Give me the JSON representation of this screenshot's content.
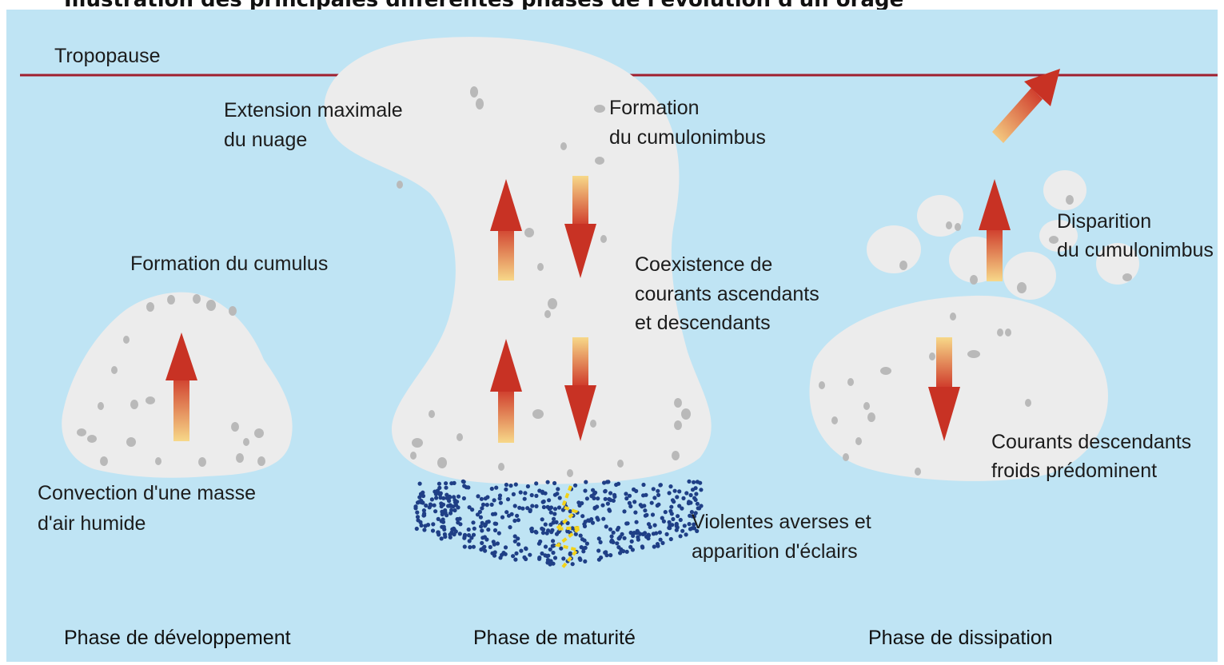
{
  "title": "Illustration des principales différentes phases de l'évolution d'un orage",
  "labels": {
    "tropopause": "Tropopause",
    "extension_1": "Extension maximale",
    "extension_2": "du nuage",
    "formation_cb_1": "Formation",
    "formation_cb_2": "du cumulonimbus",
    "formation_cumulus": "Formation du cumulus",
    "convection_1": "Convection d'une masse",
    "convection_2": "d'air humide",
    "coexistence_1": "Coexistence de",
    "coexistence_2": "courants ascendants",
    "coexistence_3": "et descendants",
    "averses_1": "Violentes averses et",
    "averses_2": "apparition d'éclairs",
    "disparition_1": "Disparition",
    "disparition_2": "du cumulonimbus",
    "descendants_1": "Courants descendants",
    "descendants_2": "froids prédominent"
  },
  "phases": {
    "development": "Phase de développement",
    "maturity": "Phase de maturité",
    "dissipation": "Phase de dissipation"
  },
  "colors": {
    "sky": "#bfe4f4",
    "cloud": "#ececec",
    "tropopause": "#a01f2e",
    "rain": "#1f3f86",
    "lightning": "#f2d21a",
    "arrow_start": "#f7d889",
    "arrow_end": "#cc2f24"
  }
}
